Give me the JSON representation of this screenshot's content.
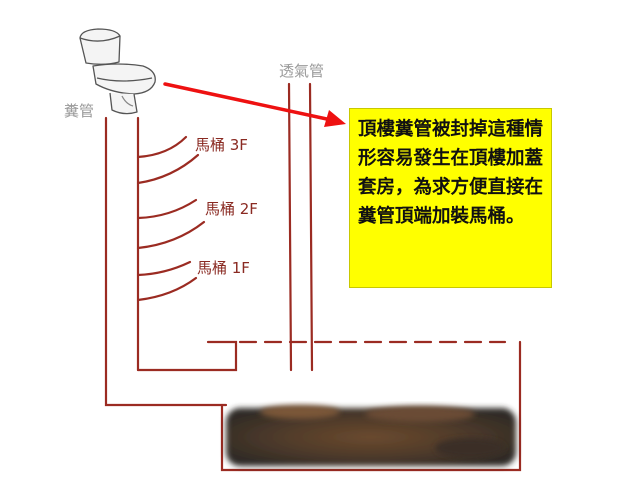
{
  "labels": {
    "vent_pipe": "透氣管",
    "sewage_pipe": "糞管",
    "toilet_3f": "馬桶 3F",
    "toilet_2f": "馬桶 2F",
    "toilet_1f": "馬桶 1F"
  },
  "note": {
    "text": "頂樓糞管被封掉這種情形容易發生在頂樓加蓋套房，為求方便直接在糞管頂端加裝馬桶。"
  },
  "colors": {
    "pipe": "#9b2b22",
    "arrow": "#ee1111",
    "note_bg": "#ffff00",
    "label_gray": "#9a9a9a"
  }
}
